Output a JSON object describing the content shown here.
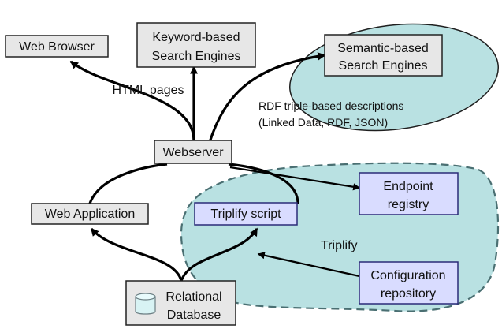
{
  "nodes": {
    "web_browser": "Web Browser",
    "keyword_search": [
      "Keyword-based",
      "Search Engines"
    ],
    "semantic_search": [
      "Semantic-based",
      "Search Engines"
    ],
    "webserver": "Webserver",
    "web_application": "Web Application",
    "triplify_script": "Triplify script",
    "endpoint_registry": [
      "Endpoint",
      "registry"
    ],
    "configuration_repository": [
      "Configuration",
      "repository"
    ],
    "relational_database": [
      "Relational",
      "Database"
    ]
  },
  "labels": {
    "html_pages": "HTML pages",
    "rdf_descriptions": [
      "RDF triple-based descriptions",
      "(Linked Data, RDF, JSON)"
    ],
    "triplify_region": "Triplify"
  },
  "colors": {
    "gray_box": "#e7e7e7",
    "blue_box": "#d9dcff",
    "teal_region": "#b9e1e2",
    "arrows": "#000000"
  }
}
